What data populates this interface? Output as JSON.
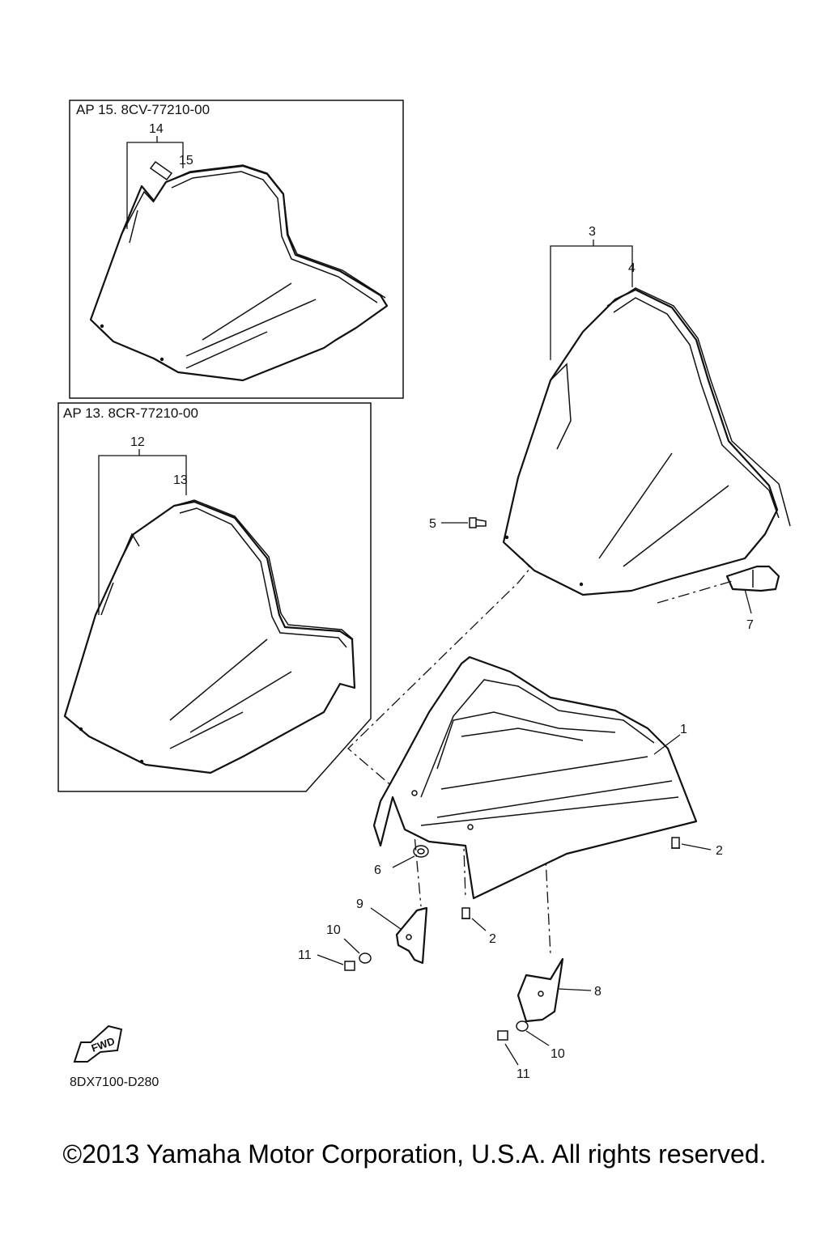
{
  "diagram": {
    "figure_code": "8DX7100-D280",
    "fwd_label": "FWD",
    "boxes": [
      {
        "label": "AP  15. 8CV-77210-00"
      },
      {
        "label": "AP  13. 8CR-77210-00"
      }
    ],
    "callouts": {
      "c1": "1",
      "c2a": "2",
      "c2b": "2",
      "c3": "3",
      "c4": "4",
      "c5": "5",
      "c6": "6",
      "c7": "7",
      "c8": "8",
      "c9": "9",
      "c10a": "10",
      "c10b": "10",
      "c11a": "11",
      "c11b": "11",
      "c12": "12",
      "c13": "13",
      "c14": "14",
      "c15": "15"
    }
  },
  "footer": {
    "copyright": "©2013 Yamaha Motor Corporation, U.S.A. All rights reserved."
  }
}
